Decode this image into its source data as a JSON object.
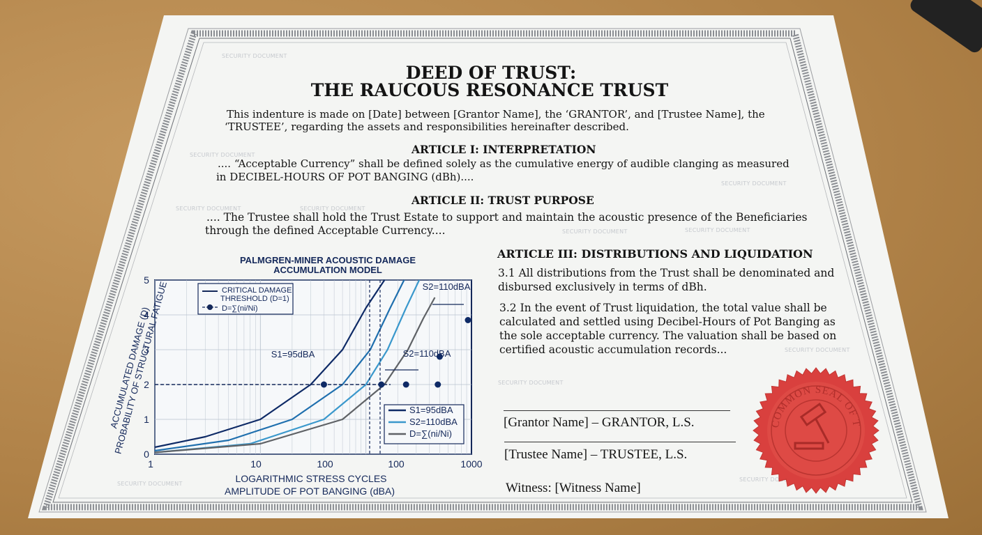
{
  "document": {
    "title_line1": "DEED OF TRUST:",
    "title_line2": "THE RAUCOUS RESONANCE TRUST",
    "intro_line1": "This indenture is made on [Date] between [Grantor Name], the ‘GRANTOR’, and [Trustee Name], the",
    "intro_line2": "‘TRUSTEE’, regarding the assets and responsibilities hereinafter described.",
    "article1_heading": "ARTICLE I: INTERPRETATION",
    "article1_line1": ".... “Acceptable Currency” shall be defined solely as the cumulative energy of audible clanging as measured",
    "article1_line2": "in DECIBEL-HOURS OF POT BANGING (dBh)....",
    "article2_heading": "ARTICLE II: TRUST PURPOSE",
    "article2_line1": ".... The Trustee shall hold the Trust Estate to support and maintain the acoustic presence of the Beneficiaries",
    "article2_line2": "through the defined Acceptable Currency....",
    "article3_heading": "ARTICLE III: DISTRIBUTIONS AND LIQUIDATION",
    "clause31_line1": "3.1 All distributions from the Trust shall be denominated and",
    "clause31_line2": "disbursed exclusively in terms of dBh.",
    "clause32_line1": "3.2  In the event of Trust liquidation, the total value shall be",
    "clause32_line2": "calculated and settled using Decibel-Hours of Pot Banging as",
    "clause32_line3": "the sole acceptable currency. The valuation shall be based on",
    "clause32_line4": "certified acoustic accumulation records...",
    "grantor_signature": "[Grantor Name] – GRANTOR, L.S.",
    "trustee_signature": "[Trustee Name] – TRUSTEE, L.S.",
    "witness": "Witness: [Witness Name]",
    "watermark": "SECURITY DOCUMENT",
    "seal_text": "COMMON SEAL OF THE TRUST"
  },
  "colors": {
    "paper": "#f4f5f3",
    "ink": "#141414",
    "chart_navy": "#14285a",
    "series_dark": "#0e2a66",
    "series_mid": "#1f6fae",
    "series_light": "#3a98cc",
    "series_gray": "#5f6266",
    "seal_red": "#d9403e"
  },
  "chart_data": {
    "type": "line",
    "title": "PALMGREN-MINER ACOUSTIC DAMAGE ACCUMULATION MODEL",
    "title_line1": "PALMGREN-MINER ACOUSTIC DAMAGE",
    "title_line2": "ACCUMULATION MODEL",
    "xlabel_line1": "LOGARITHMIC STRESS CYCLES",
    "xlabel_line2": "AMPLITUDE OF POT BANGING (dBA)",
    "ylabel_line1": "ACCUMULATED DAMAGE (D)",
    "ylabel_line2": "PROBABILITY OF STRUCTURAL FATIGUE",
    "x_scale": "log",
    "x_ticks": [
      "1",
      "10",
      "100",
      "100",
      "1000"
    ],
    "y_ticks": [
      "0",
      "1",
      "2",
      "3",
      "4",
      "5"
    ],
    "ylim": [
      0,
      5
    ],
    "grid": true,
    "legend_top": [
      "CRITICAL DAMAGE",
      "THRESHOLD (D=1)",
      "D=∑(ni/Ni)"
    ],
    "legend_bottom": [
      "S1=95dBA",
      "S2=110dBA",
      "D=∑(ni/Ni)"
    ],
    "annotations": [
      "S1=95dBA",
      "S2=110dBA",
      "S2=110dBA"
    ],
    "series": [
      {
        "name": "S1=95dBA",
        "x": [
          1,
          3,
          10,
          30,
          60,
          100,
          150
        ],
        "y": [
          0.2,
          0.5,
          1.0,
          2.0,
          3.0,
          4.2,
          5.0
        ]
      },
      {
        "name": "S2=110dBA",
        "x": [
          1,
          5,
          20,
          60,
          110,
          170,
          230
        ],
        "y": [
          0.1,
          0.4,
          1.0,
          2.0,
          3.0,
          4.2,
          5.0
        ]
      },
      {
        "name": "S2=110dBA",
        "x": [
          1,
          8,
          40,
          100,
          160,
          240,
          320
        ],
        "y": [
          0.05,
          0.3,
          1.0,
          2.0,
          3.0,
          4.2,
          5.0
        ]
      },
      {
        "name": "D=∑(ni/Ni)",
        "x": [
          1,
          10,
          60,
          150,
          250,
          350,
          450
        ],
        "y": [
          0.05,
          0.3,
          1.0,
          2.0,
          3.0,
          3.9,
          4.5
        ]
      }
    ],
    "markers": [
      {
        "x": 40,
        "y": 2
      },
      {
        "x": 140,
        "y": 2
      },
      {
        "x": 240,
        "y": 2
      },
      {
        "x": 480,
        "y": 2
      },
      {
        "x": 500,
        "y": 2.8
      },
      {
        "x": 1100,
        "y": 3.85
      }
    ],
    "threshold_y": 2
  }
}
